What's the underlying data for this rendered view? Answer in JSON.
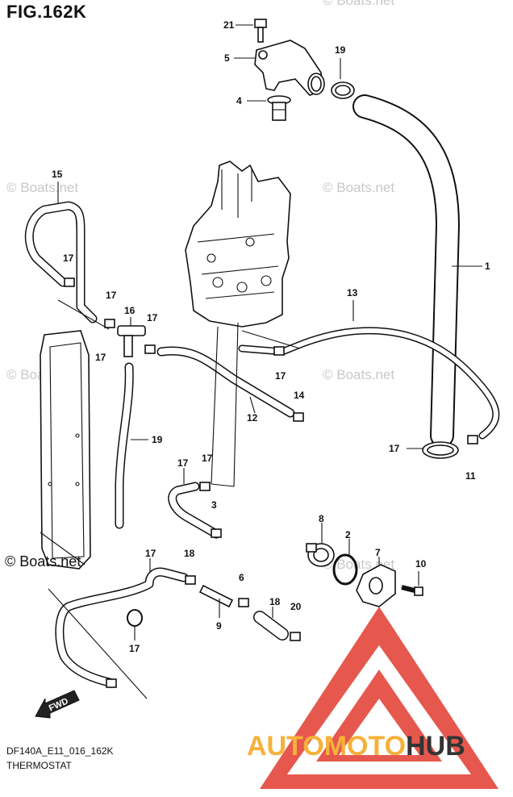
{
  "figure": {
    "title": "FIG.162K",
    "model_code": "DF140A_E11_016_162K",
    "caption": "THERMOSTAT"
  },
  "watermarks": {
    "primary": "© Boats.net",
    "faint": "© Boats.net"
  },
  "fwd_label": "FWD",
  "logo": {
    "part1": "AUTO",
    "part2": "MOTO",
    "part3": "HUB",
    "color_orange": "#f6b13a",
    "color_red": "#e23b2f"
  },
  "callouts": [
    "21",
    "5",
    "19",
    "4",
    "1",
    "15",
    "17",
    "17",
    "16",
    "17",
    "13",
    "17",
    "17",
    "12",
    "14",
    "19",
    "17",
    "11",
    "17",
    "17",
    "3",
    "8",
    "2",
    "7",
    "10",
    "17",
    "18",
    "6",
    "9",
    "18",
    "20",
    "17"
  ]
}
